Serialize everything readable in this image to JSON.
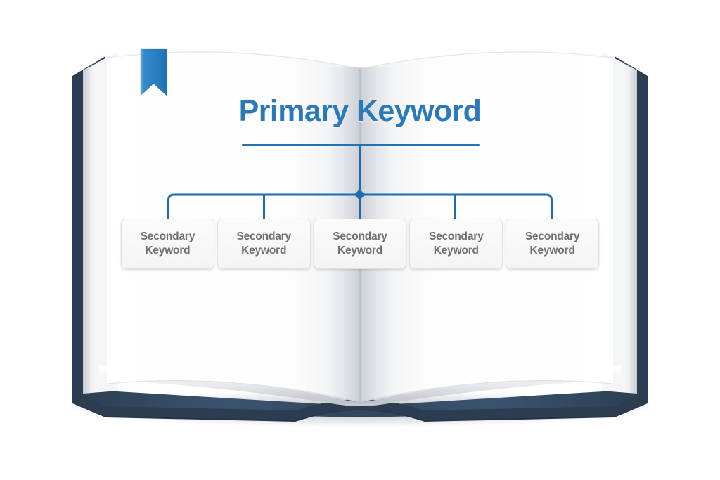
{
  "illustration": {
    "name": "open-book-keyword-hierarchy",
    "background_color": "#ffffff"
  },
  "book": {
    "cover_color": "#33485f",
    "cover_shadow_color": "#2b3c50",
    "page_color": "#ffffff",
    "page_edge_color": "#e8eaec",
    "gutter_shadow_color": "#dcdee1"
  },
  "bookmark": {
    "name": "bookmark-ribbon",
    "color": "#2e83c6",
    "edge_color": "#2274b4"
  },
  "diagram": {
    "type": "hierarchy",
    "accent_color": "#1d6bb0",
    "title": "Primary Keyword",
    "title_color": "#2a7ab9",
    "node_label_color": "#6e6e6e",
    "children": [
      {
        "label_line1": "Secondary",
        "label_line2": "Keyword"
      },
      {
        "label_line1": "Secondary",
        "label_line2": "Keyword"
      },
      {
        "label_line1": "Secondary",
        "label_line2": "Keyword"
      },
      {
        "label_line1": "Secondary",
        "label_line2": "Keyword"
      },
      {
        "label_line1": "Secondary",
        "label_line2": "Keyword"
      }
    ]
  }
}
